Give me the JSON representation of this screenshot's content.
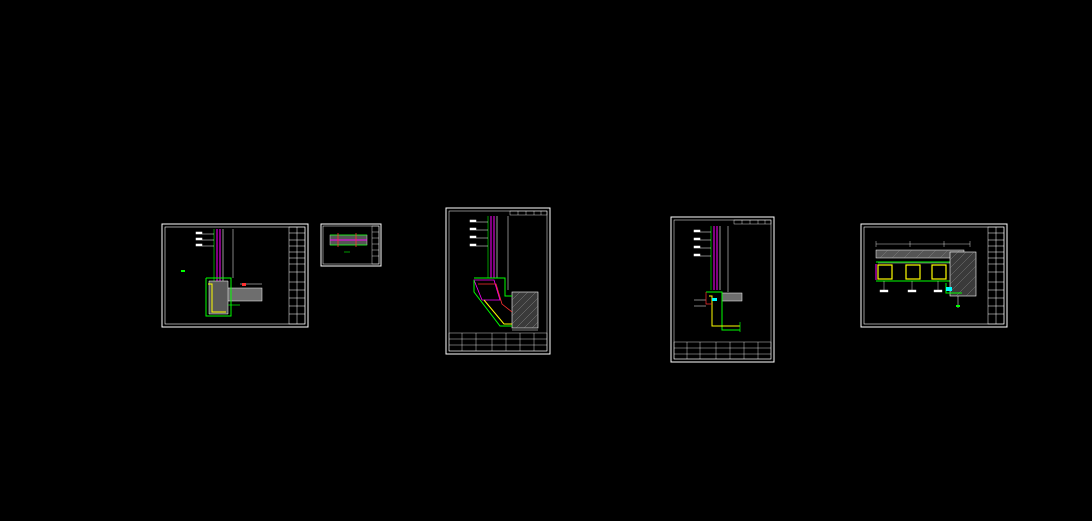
{
  "canvas": {
    "background": "#000000"
  },
  "colors": {
    "frame": "#ffffff",
    "titleblock": "#ffffff",
    "glass": "#ff00ff",
    "steel": "#00ff00",
    "insulation": "#ffff00",
    "mullion": "#00ffff",
    "fill": "#6e6e6e",
    "hatch": "#9a9a9a",
    "accent_red": "#ff3030"
  },
  "sheets": [
    {
      "id": "sheet-1",
      "content": "curtain-wall-sill-section"
    },
    {
      "id": "sheet-2",
      "content": "detail-strip"
    },
    {
      "id": "sheet-3",
      "content": "slab-edge-section"
    },
    {
      "id": "sheet-4",
      "content": "floor-junction-section"
    },
    {
      "id": "sheet-5",
      "content": "horizontal-plan-section"
    }
  ]
}
